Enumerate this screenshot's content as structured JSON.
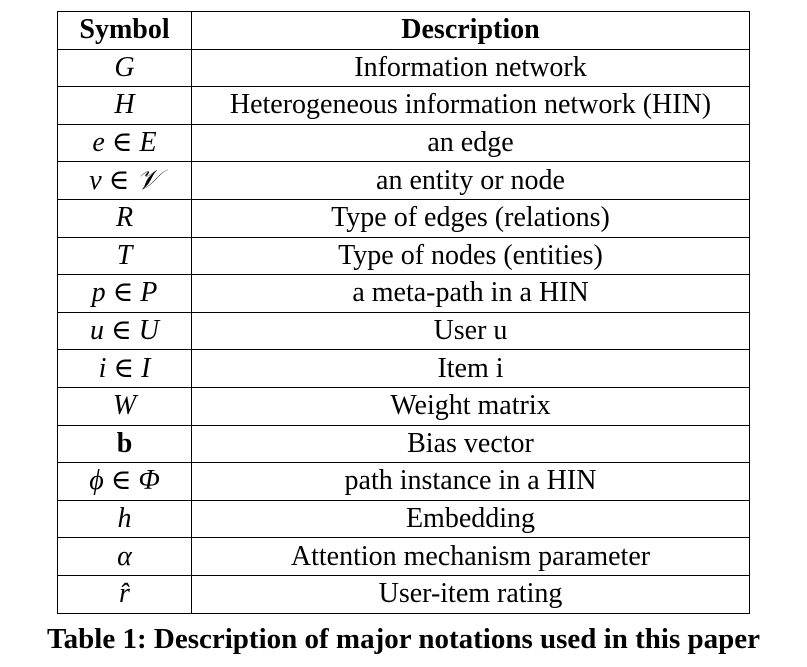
{
  "table": {
    "headers": {
      "symbol": "Symbol",
      "description": "Description"
    },
    "rows": [
      {
        "symbol": "G",
        "description": "Information network"
      },
      {
        "symbol": "H",
        "description": "Heterogeneous information network (HIN)"
      },
      {
        "symbol": "e ∈ E",
        "description": "an edge"
      },
      {
        "symbol": "v ∈ 𝒱",
        "description": "an entity or node"
      },
      {
        "symbol": "R",
        "description": "Type of edges (relations)"
      },
      {
        "symbol": "T",
        "description": "Type of nodes (entities)"
      },
      {
        "symbol": "p ∈ P",
        "description": "a meta-path in a HIN"
      },
      {
        "symbol": "u ∈ U",
        "description": "User u"
      },
      {
        "symbol": "i ∈ I",
        "description": "Item i"
      },
      {
        "symbol": "W",
        "description": "Weight matrix"
      },
      {
        "symbol": "b",
        "description": "Bias vector",
        "bold": true
      },
      {
        "symbol": "ϕ ∈ Φ",
        "description": "path instance in a HIN"
      },
      {
        "symbol": "h",
        "description": "Embedding"
      },
      {
        "symbol": "α",
        "description": "Attention mechanism parameter"
      },
      {
        "symbol": "r̂",
        "description": "User-item rating"
      }
    ]
  },
  "caption": "Table 1: Description of major notations used in this paper"
}
